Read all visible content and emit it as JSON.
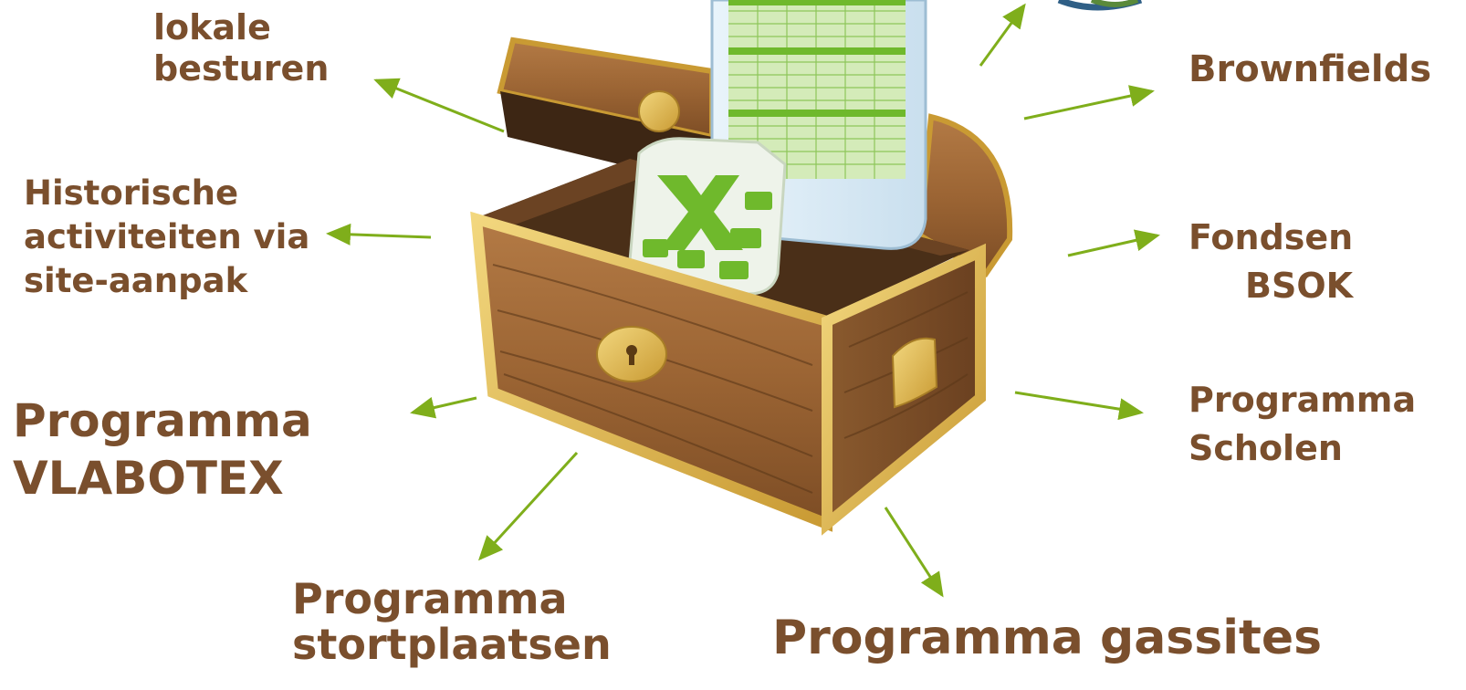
{
  "labels": {
    "lokale": [
      "lokale",
      "besturen"
    ],
    "historische": [
      "Historische",
      "activiteiten via",
      "site-aanpak"
    ],
    "vlabotex": [
      "Programma",
      "VLABOTEX"
    ],
    "stortplaatsen": [
      "Programma",
      "stortplaatsen"
    ],
    "gassites": "Programma gassites",
    "scholen": [
      "Programma",
      "Scholen"
    ],
    "fondsen": [
      "Fondsen",
      "BSOK"
    ],
    "brownfields": "Brownfields"
  },
  "colors": {
    "label_text": "#7a4f2d",
    "arrow": "#7fae1b",
    "wood": "#a0693a",
    "gold": "#d9b455",
    "excel_green": "#6fb92c"
  },
  "icons": [
    "treasure-chest-icon",
    "excel-icon",
    "spreadsheet-sheet-icon"
  ]
}
